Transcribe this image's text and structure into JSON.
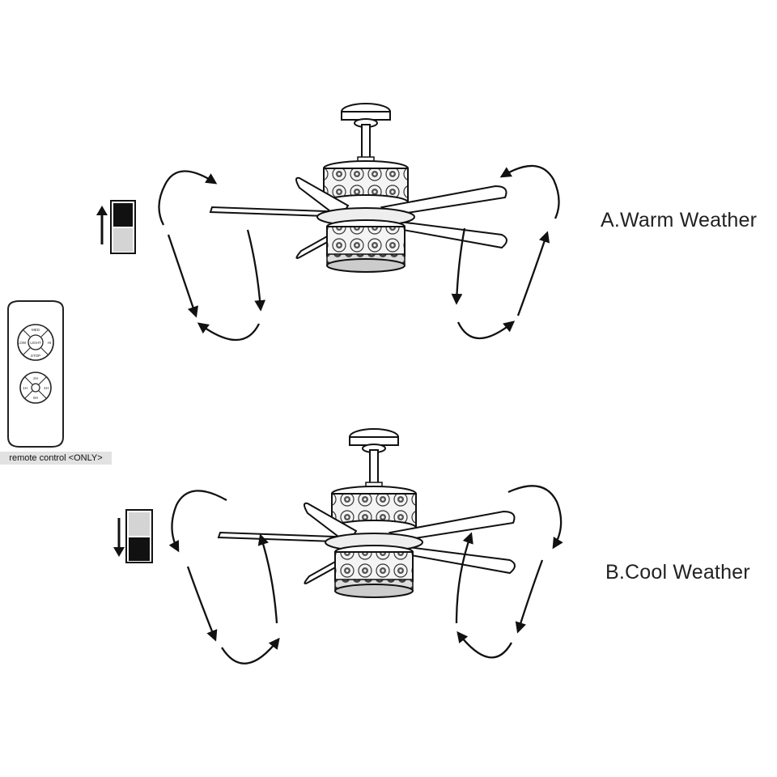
{
  "sections": [
    {
      "label": "A.Warm Weather",
      "switch_position": "up"
    },
    {
      "label": "B.Cool Weather",
      "switch_position": "down"
    }
  ],
  "remote": {
    "caption": "remote control <ONLY>",
    "top_pad": {
      "up": "MED",
      "left": "LOW",
      "right": "HI",
      "center": "LIGHT",
      "down": "STOP"
    },
    "bottom_pad": {
      "up": "2H",
      "left": "1H",
      "right": "4H",
      "down": "8H"
    }
  },
  "colors": {
    "line": "#111111",
    "background": "#ffffff",
    "caption_background": "#e2e2e2"
  }
}
